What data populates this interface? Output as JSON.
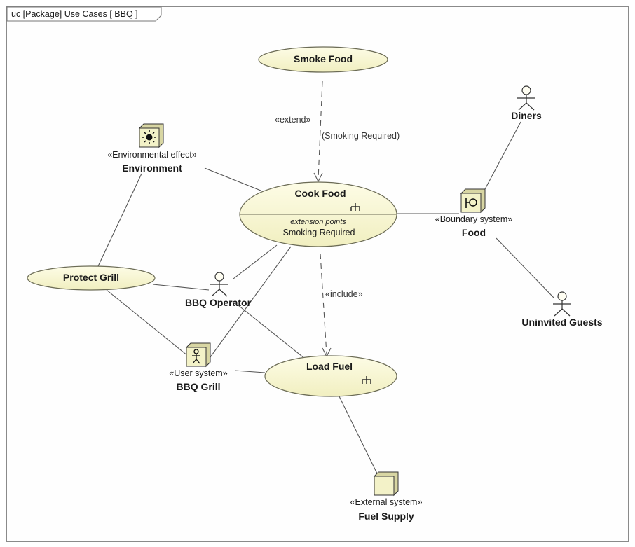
{
  "frame": {
    "title": "uc [Package] Use Cases [ BBQ ]"
  },
  "use_cases": {
    "smoke_food": {
      "name": "Smoke Food"
    },
    "cook_food": {
      "name": "Cook Food",
      "extension_points_header": "extension points",
      "extension_point": "Smoking Required"
    },
    "protect_grill": {
      "name": "Protect Grill"
    },
    "load_fuel": {
      "name": "Load Fuel"
    }
  },
  "actors": {
    "diners": {
      "name": "Diners"
    },
    "bbq_operator": {
      "name": "BBQ Operator"
    },
    "uninvited_guests": {
      "name": "Uninvited Guests"
    }
  },
  "systems": {
    "environment": {
      "stereotype": "«Environmental effect»",
      "name": "Environment",
      "icon": "sun-icon"
    },
    "food": {
      "stereotype": "«Boundary system»",
      "name": "Food",
      "icon": "boundary-icon"
    },
    "bbq_grill": {
      "stereotype": "«User system»",
      "name": "BBQ Grill",
      "icon": "actor-box-icon"
    },
    "fuel_supply": {
      "stereotype": "«External system»",
      "name": "Fuel Supply",
      "icon": "box-icon"
    }
  },
  "relations": {
    "extend": {
      "stereotype": "«extend»",
      "condition": "(Smoking Required)"
    },
    "include": {
      "stereotype": "«include»"
    }
  },
  "colors": {
    "use_case_fill": "#f7f6d2",
    "box_fill": "#f3f2c8",
    "stroke": "#555555"
  }
}
